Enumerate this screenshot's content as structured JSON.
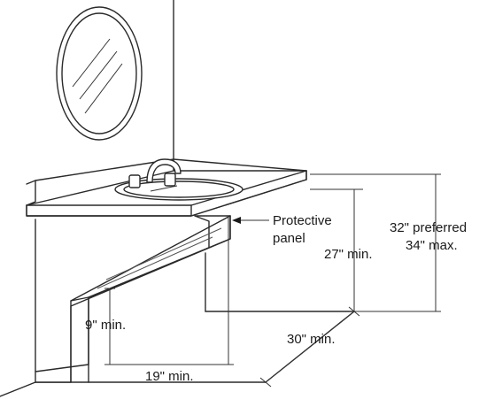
{
  "labels": {
    "protective_panel_line1": "Protective",
    "protective_panel_line2": "panel",
    "height_preferred": "32\" preferred",
    "height_max": "34\" max.",
    "knee_height": "27\" min.",
    "toe_height": "9\" min.",
    "knee_depth": "19\" min.",
    "floor_depth": "30\" min."
  }
}
